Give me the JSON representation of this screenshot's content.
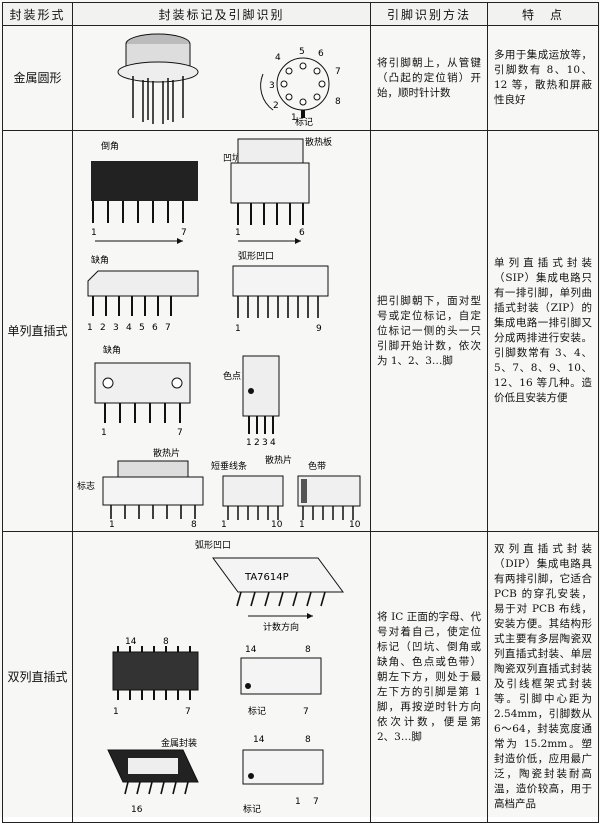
{
  "header": {
    "col1": "封装形式",
    "col2": "封装标记及引脚识别",
    "col3": "引脚识别方法",
    "col4": "特　点"
  },
  "rows": [
    {
      "type": "金属圆形",
      "method": "将引脚朝上，从管键（凸起的定位销）开始，顺时针计数",
      "feature": "多用于集成运放等，引脚数有 8、10、12 等，散热和屏蔽性良好",
      "labels": {
        "mark": "标记"
      },
      "pins": [
        "1",
        "2",
        "3",
        "4",
        "5",
        "6",
        "7",
        "8"
      ]
    },
    {
      "type": "单列直插式",
      "method": "把引脚朝下，面对型号或定位标记，自定位标记一侧的头一只引脚开始计数，依次为 1、2、3…脚",
      "feature": "单列直插式封装（SIP）集成电路只有一排引脚，单列曲插式封装（ZIP）的集成电路一排引脚又分成两排进行安装。引脚数常有 3、4、5、7、8、9、10、12、16 等几种。造价低且安装方便",
      "labels": {
        "chamfer": "倒角",
        "pit": "凹坑",
        "heatsink": "散热板",
        "notch": "缺角",
        "arc_notch": "弧形凹口",
        "color_dot": "色点",
        "heatsink2": "散热片",
        "mark": "标志",
        "short_line": "短垂线条",
        "color_band": "色带"
      },
      "pin_seq7": [
        "1",
        "2",
        "3",
        "4",
        "5",
        "6",
        "7"
      ],
      "pin_seq4": [
        "1",
        "2",
        "3",
        "4"
      ],
      "nums": {
        "one": "1",
        "seven": "7",
        "six": "6",
        "nine": "9",
        "eight": "8",
        "ten": "10"
      }
    },
    {
      "type": "双列直插式",
      "method": "将 IC 正面的字母、代号对着自己，使定位标记（凹坑、倒角或缺角、色点或色带）朝左下方，则处于最左下方的引脚是第 1 脚，再按逆时针方向依次计数，便是第 2、3…脚",
      "feature": "双列直插式封装（DIP）集成电路具有两排引脚，它适合 PCB 的穿孔安装，易于对 PCB 布线，安装方便。其结构形式主要有多层陶瓷双列直插式封装、单层陶瓷双列直插式封装及引线框架式封装等。引脚中心距为 2.54mm，引脚数从 6～64，封装宽度通常为 15.2mm。塑封造价低，应用最广泛，陶瓷封装耐高温，造价较高，用于高档产品",
      "labels": {
        "arc_notch": "弧形凹口",
        "model": "TA7614P",
        "count_dir": "计数方向",
        "mark": "标记",
        "metal_seal": "金属封装"
      },
      "nums": {
        "n14": "14",
        "n8": "8",
        "n1": "1",
        "n7": "7",
        "n16": "16"
      }
    }
  ]
}
